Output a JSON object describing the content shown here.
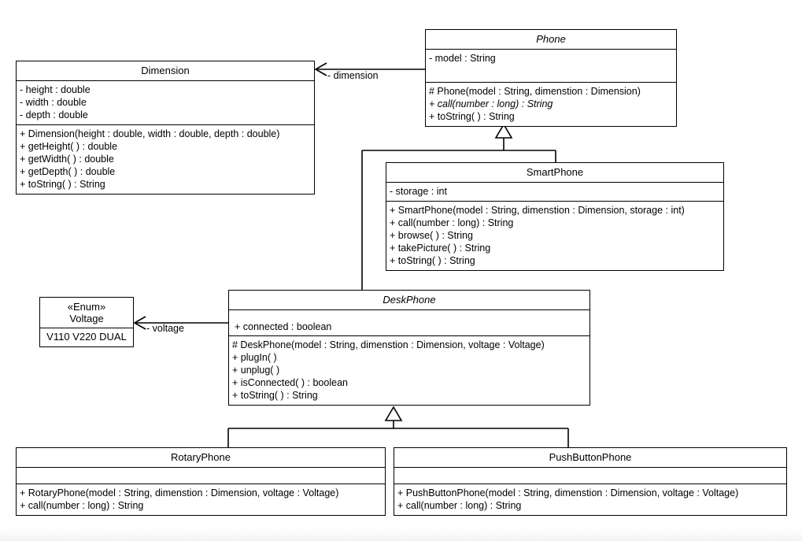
{
  "diagram": {
    "title": "Phone class hierarchy UML class diagram",
    "type": "uml-class-diagram",
    "background_color": "#ffffff",
    "line_color": "#000000",
    "text_color": "#000000"
  },
  "classes": {
    "dimension": {
      "name": "Dimension",
      "abstract": false,
      "attributes": [
        "- height : double",
        "- width : double",
        "- depth : double"
      ],
      "operations": [
        "+ Dimension(height : double, width : double, depth : double)",
        "+ getHeight( ) : double",
        "+ getWidth( ) : double",
        "+ getDepth( ) : double",
        "+ toString( ) : String"
      ]
    },
    "phone": {
      "name": "Phone",
      "abstract": true,
      "attributes": [
        "- model : String"
      ],
      "operations": [
        "# Phone(model : String, dimenstion : Dimension)",
        "+ call(number : long) : String",
        "+ toString( ) : String"
      ],
      "abstract_operations": [
        "+ call(number : long) : String"
      ]
    },
    "smartphone": {
      "name": "SmartPhone",
      "abstract": false,
      "attributes": [
        "- storage : int"
      ],
      "operations": [
        "+ SmartPhone(model : String, dimenstion : Dimension, storage : int)",
        "+ call(number : long) : String",
        "+ browse( ) : String",
        "+ takePicture( ) : String",
        "+ toString( ) : String"
      ]
    },
    "deskphone": {
      "name": "DeskPhone",
      "abstract": true,
      "attributes": [
        "+ connected : boolean"
      ],
      "operations": [
        "# DeskPhone(model : String, dimenstion : Dimension, voltage : Voltage)",
        "+ plugIn( )",
        "+ unplug( )",
        "+ isConnected( ) : boolean",
        "+ toString( ) : String"
      ]
    },
    "voltage": {
      "stereotype": "«Enum»",
      "name": "Voltage",
      "abstract": false,
      "values": "V110 V220 DUAL"
    },
    "rotaryphone": {
      "name": "RotaryPhone",
      "abstract": false,
      "attributes": [],
      "operations": [
        "+ RotaryPhone(model : String, dimenstion : Dimension, voltage : Voltage)",
        "+ call(number : long) : String"
      ]
    },
    "pushbuttonphone": {
      "name": "PushButtonPhone",
      "abstract": false,
      "attributes": [],
      "operations": [
        "+ PushButtonPhone(model : String, dimenstion : Dimension, voltage : Voltage)",
        "+ call(number : long) : String"
      ]
    }
  },
  "relationships": {
    "phone_dimension": {
      "kind": "association",
      "label": "- dimension",
      "from": "Phone",
      "to": "Dimension"
    },
    "deskphone_voltage": {
      "kind": "association",
      "label": "- voltage",
      "from": "DeskPhone",
      "to": "Voltage"
    },
    "smartphone_phone": {
      "kind": "generalization",
      "label": "",
      "from": "SmartPhone",
      "to": "Phone"
    },
    "deskphone_phone": {
      "kind": "generalization",
      "label": "",
      "from": "DeskPhone",
      "to": "Phone"
    },
    "rotaryphone_deskphone": {
      "kind": "generalization",
      "label": "",
      "from": "RotaryPhone",
      "to": "DeskPhone"
    },
    "pushbuttonphone_deskphone": {
      "kind": "generalization",
      "label": "",
      "from": "PushButtonPhone",
      "to": "DeskPhone"
    }
  }
}
